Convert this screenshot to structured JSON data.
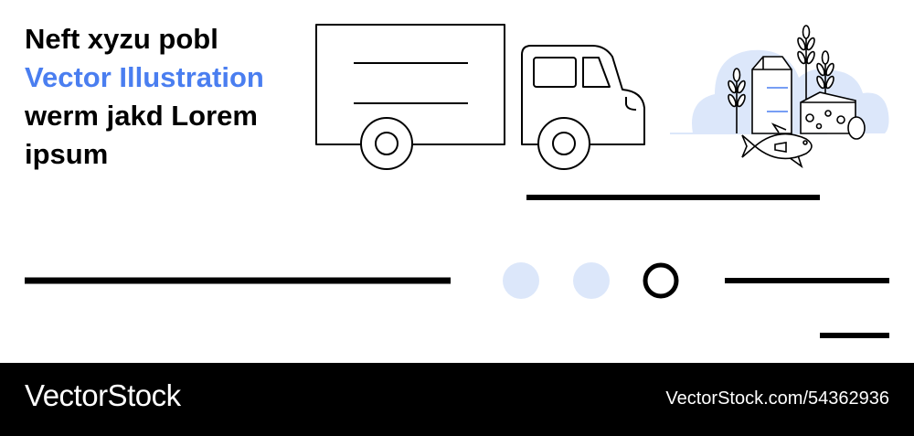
{
  "headline": {
    "line1": "Neft xyzu pobl",
    "line2": "Vector Illustration",
    "line3": "werm jakd Lorem",
    "line4": "ipsum"
  },
  "footer": {
    "brand": "VectorStock",
    "url": "VectorStock.com/54362936"
  },
  "colors": {
    "accent": "#4a7ef0",
    "light_blue": "#dce7fa",
    "footer_bg": "#000000",
    "line": "#000000"
  },
  "icons": [
    "delivery-truck-icon",
    "milk-carton-icon",
    "wheat-icon",
    "cheese-icon",
    "egg-icon",
    "fish-icon"
  ],
  "carousel": {
    "dots_total": 3,
    "active_dot": 3
  }
}
